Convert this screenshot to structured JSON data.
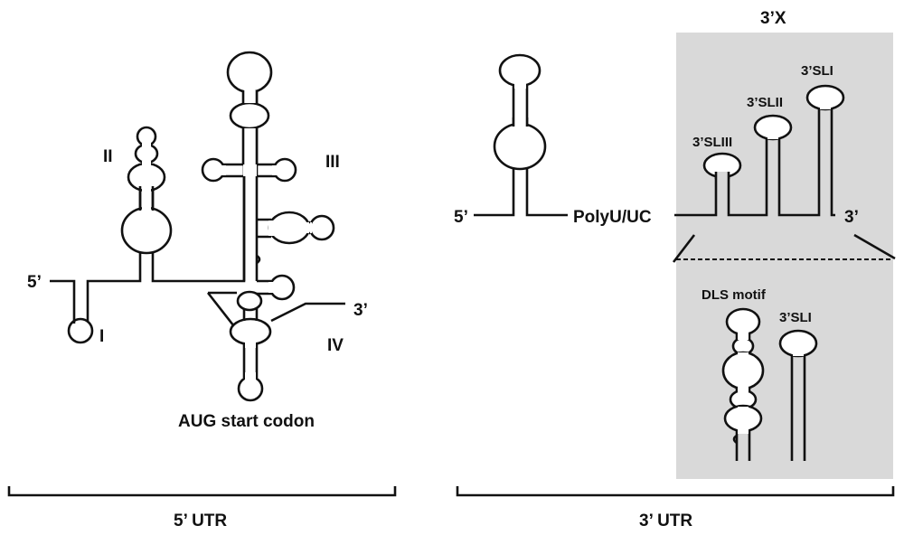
{
  "utr5": {
    "label": "5’ UTR",
    "end5": "5’",
    "end3": "3’",
    "sl1": "I",
    "sl2": "II",
    "sl3": "III",
    "sl4": "IV",
    "aug": "AUG start codon"
  },
  "utr3": {
    "label": "3’ UTR",
    "end5": "5’",
    "end3": "3’",
    "polyu": "PolyU/UC",
    "region": "3’X",
    "sl1": "3’SLI",
    "sl2": "3’SLII",
    "sl3": "3’SLIII",
    "dls": "DLS motif",
    "sl1_alt": "3’SLI"
  },
  "colors": {
    "stroke": "#111111",
    "shade": "#d9d9d9",
    "background": "#ffffff"
  }
}
